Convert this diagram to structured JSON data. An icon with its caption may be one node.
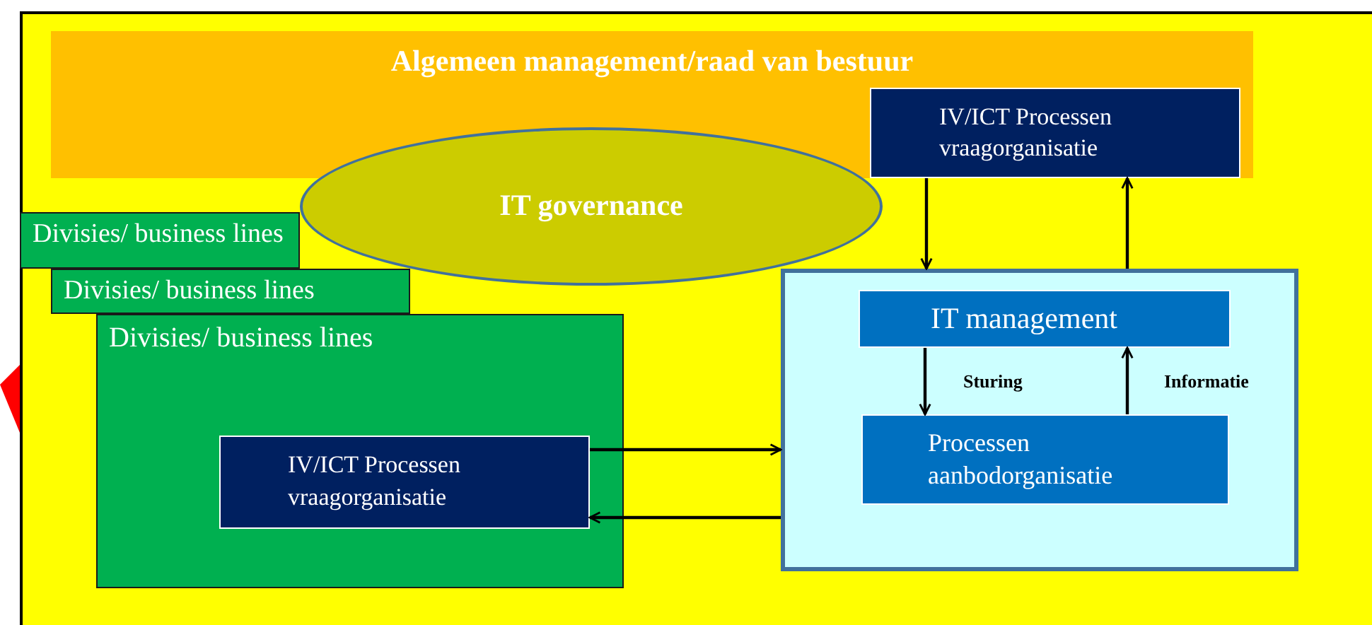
{
  "diagram": {
    "nodes": [
      {
        "text": [
          "Algemeen management/raad van bestuur"
        ]
      },
      {
        "text": [
          "IV/ICT Processen vraagorganisatie"
        ],
        "in": 0
      },
      {
        "text": [
          "IT governance"
        ]
      },
      {
        "text": [
          "Divisies/ business lines"
        ]
      },
      {
        "text": [
          "Divisies/ business lines"
        ]
      },
      {
        "text": [
          "Divisies/ business lines"
        ]
      },
      {
        "text": [
          "IV/ICT Processen vraagorganisatie"
        ],
        "in": 5
      },
      {
        "text": [],
        "shape": "box"
      },
      {
        "text": [
          "IT management"
        ],
        "in": 7
      },
      {
        "text": [
          "Processen aanbodorganisatie"
        ],
        "in": 7
      }
    ],
    "edges": [
      {
        "from": 1,
        "to": 7,
        "arrow": "to"
      },
      {
        "from": 7,
        "to": 1,
        "arrow": "to"
      },
      {
        "from": 6,
        "to": 7,
        "arrow": "to"
      },
      {
        "from": 7,
        "to": 6,
        "arrow": "to"
      },
      {
        "from": 8,
        "to": 9,
        "label": "Sturing",
        "arrow": "to"
      },
      {
        "from": 9,
        "to": 8,
        "label": "Informatie",
        "arrow": "to"
      }
    ]
  }
}
